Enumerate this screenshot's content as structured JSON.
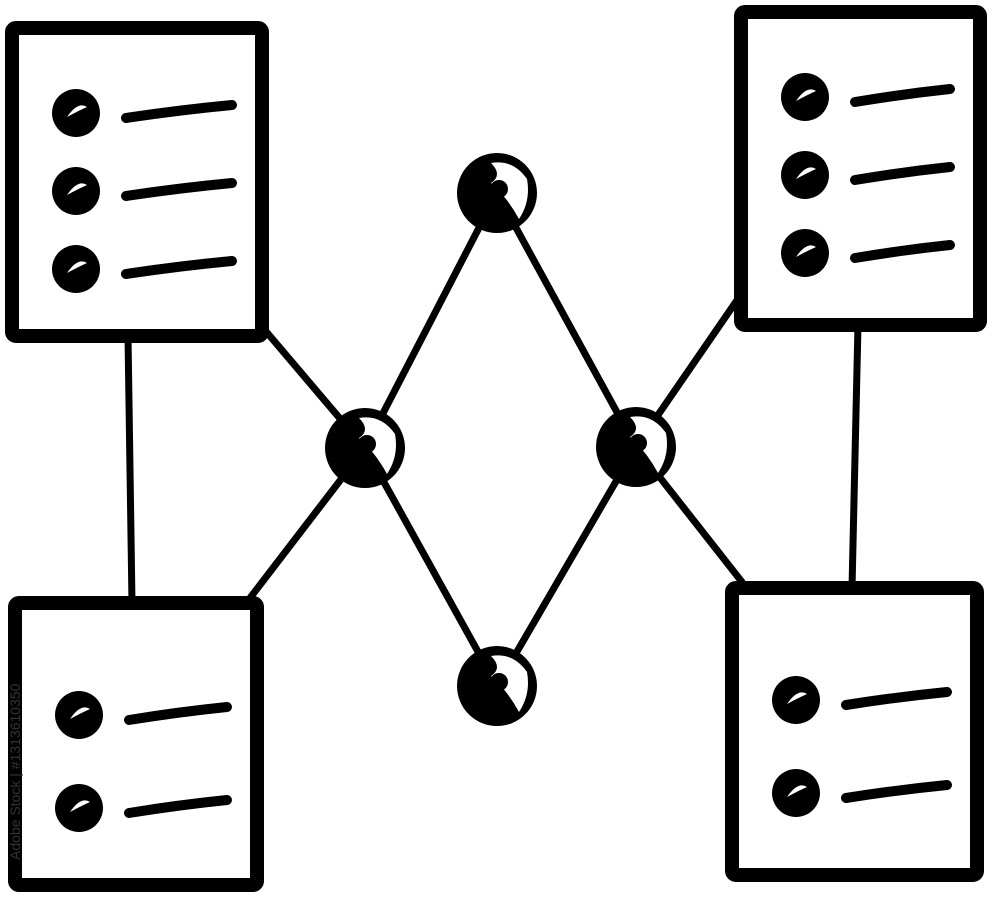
{
  "watermark": {
    "text": "Adobe Stock | #1313610350",
    "color": "#333333"
  },
  "diagram": {
    "style": "hand-drawn line icon",
    "stroke_color": "#000000",
    "background_color": "#ffffff",
    "documents": [
      {
        "id": "doc-top-left",
        "rows": 3
      },
      {
        "id": "doc-top-right",
        "rows": 3
      },
      {
        "id": "doc-bottom-left",
        "rows": 2
      },
      {
        "id": "doc-bottom-right",
        "rows": 2
      }
    ],
    "nodes": [
      {
        "id": "node-top"
      },
      {
        "id": "node-left"
      },
      {
        "id": "node-right"
      },
      {
        "id": "node-bottom"
      }
    ],
    "connections": [
      [
        "doc-top-left",
        "doc-bottom-left"
      ],
      [
        "doc-top-right",
        "doc-bottom-right"
      ],
      [
        "doc-top-left",
        "node-left"
      ],
      [
        "doc-bottom-left",
        "node-left"
      ],
      [
        "doc-top-right",
        "node-right"
      ],
      [
        "doc-bottom-right",
        "node-right"
      ],
      [
        "node-left",
        "node-top"
      ],
      [
        "node-left",
        "node-bottom"
      ],
      [
        "node-right",
        "node-top"
      ],
      [
        "node-right",
        "node-bottom"
      ]
    ]
  }
}
